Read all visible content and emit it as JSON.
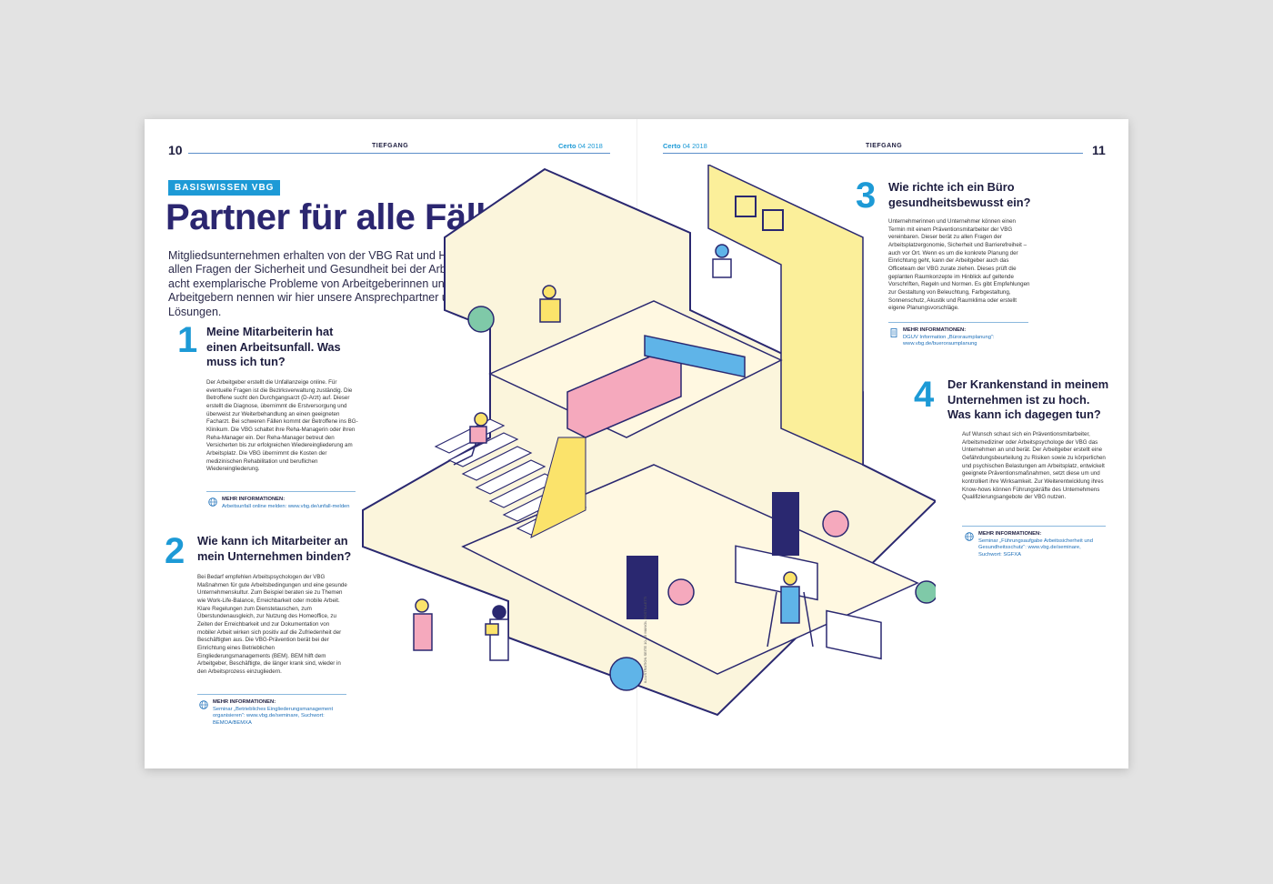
{
  "header": {
    "page_left": "10",
    "page_right": "11",
    "section_left": "TIEFGANG",
    "section_right": "TIEFGANG",
    "mag_name": "Certo",
    "mag_issue": "04 2018"
  },
  "badge": "BASISWISSEN VBG",
  "title": "Partner für alle Fälle",
  "intro": "Mitgliedsunternehmen erhalten von der VBG Rat und Hilfe in allen Fragen der Sicherheit und Gesundheit bei der Arbeit. Für acht exemplarische Probleme von Arbeitgeberinnen und Arbeitgebern nennen wir hier unsere Ansprechpartner und Lösungen.",
  "sections": [
    {
      "num": "1",
      "question": "Meine Mitarbeiterin hat einen Arbeitsunfall. Was muss ich tun?",
      "body": "Der Arbeitgeber erstellt die Unfallanzeige online. Für eventuelle Fragen ist die Bezirksverwaltung zuständig. Die Betroffene sucht den Durchgangsarzt (D-Arzt) auf. Dieser erstellt die Diagnose, übernimmt die Erstversorgung und überweist zur Weiterbehandlung an einen geeigneten Facharzt. Bei schweren Fällen kommt der Betroffene ins BG-Klinikum. Die VBG schaltet ihre Reha-Managerin oder ihren Reha-Manager ein. Der Reha-Manager betreut den Versicherten bis zur erfolgreichen Wiedereingliederung am Arbeitsplatz. Die VBG übernimmt die Kosten der medizinischen Rehabilitation und beruflichen Wiedereingliederung.",
      "more_head": "MEHR INFORMATIONEN:",
      "more_link": "Arbeitsunfall online melden: www.vbg.de/unfall-melden"
    },
    {
      "num": "2",
      "question": "Wie kann ich Mitarbeiter an mein Unternehmen binden?",
      "body": "Bei Bedarf empfehlen Arbeitspsychologen der VBG Maßnahmen für gute Arbeitsbedingungen und eine gesunde Unternehmenskultur. Zum Beispiel beraten sie zu Themen wie Work-Life-Balance, Erreichbarkeit oder mobile Arbeit. Klare Regelungen zum Dienstetauschen, zum Überstundenausgleich, zur Nutzung des Homeoffice, zu Zeiten der Erreichbarkeit und zur Dokumentation von mobiler Arbeit wirken sich positiv auf die Zufriedenheit der Beschäftigten aus. Die VBG-Prävention berät bei der Einrichtung eines Betrieblichen Eingliederungsmanagements (BEM). BEM hilft dem Arbeitgeber, Beschäftigte, die länger krank sind, wieder in den Arbeitsprozess einzugliedern.",
      "more_head": "MEHR INFORMATIONEN:",
      "more_link": "Seminar „Betriebliches Eingliederungsmanagement organisieren“: www.vbg.de/seminare, Suchwort: BEMOA/BEMXA"
    },
    {
      "num": "3",
      "question": "Wie richte ich ein Büro gesundheitsbewusst ein?",
      "body": "Unternehmerinnen und Unternehmer können einen Termin mit einem Präventionsmitarbeiter der VBG vereinbaren. Dieser berät zu allen Fragen der Arbeitsplatzergonomie, Sicherheit und Barrierefreiheit – auch vor Ort. Wenn es um die konkrete Planung der Einrichtung geht, kann der Arbeitgeber auch das Officeteam der VBG zurate ziehen. Dieses prüft die geplanten Raumkonzepte im Hinblick auf geltende Vorschriften, Regeln und Normen. Es gibt Empfehlungen zur Gestaltung von Beleuchtung, Farbgestaltung, Sonnenschutz, Akustik und Raumklima oder erstellt eigene Planungsvorschläge.",
      "more_head": "MEHR INFORMATIONEN:",
      "more_link": "DGUV Information „Büroraumplanung“: www.vbg.de/bueroraumplanung"
    },
    {
      "num": "4",
      "question": "Der Krankenstand in meinem Unternehmen ist zu hoch. Was kann ich dagegen tun?",
      "body": "Auf Wunsch schaut sich ein Präventionsmitarbeiter, Arbeitsmediziner oder Arbeitspsychologe der VBG das Unternehmen an und berät. Der Arbeitgeber erstellt eine Gefährdungsbeurteilung zu Risiken sowie zu körperlichen und psychischen Belastungen am Arbeitsplatz, entwickelt geeignete Präventionsmaßnahmen, setzt diese um und kontrolliert ihre Wirksamkeit. Zur Weiterentwicklung ihres Know-hows können Führungskräfte des Unternehmens Qualifizierungsangebote der VBG nutzen.",
      "more_head": "MEHR INFORMATIONEN:",
      "more_link": "Seminar „Führungsaufgabe Arbeitssicherheit und Gesundheitsschutz“: www.vbg.de/seminare, Suchwort: SGFXA"
    }
  ],
  "credit": "ILLUSTRATION SEITE 10–15 MANOL ROSTILAETTI",
  "colors": {
    "accent": "#1d9ad6",
    "title": "#2b2670",
    "ink": "#2a2870",
    "cream": "#fbf5dc",
    "yellow": "#fbef9a",
    "pink": "#f5a9bd",
    "blue": "#5fb4e8"
  },
  "icons": [
    "globe-icon",
    "document-icon"
  ]
}
